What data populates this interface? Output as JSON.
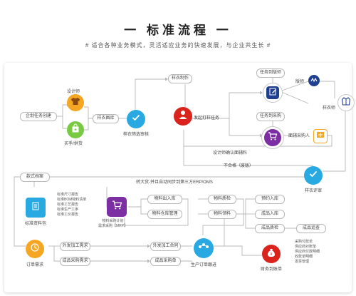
{
  "title": "一 标准流程 一",
  "subtitle": "# 适合各种业务模式，灵活适应业务的快速发展，与企业共生长 #",
  "nodes": {
    "create_task": "企划任务创建",
    "designer": "设计师",
    "buyer": "买手/供货",
    "sample_library": "样衣图库",
    "sample_select": "样衣筛选审核",
    "sample_making": "样衣制作",
    "pattern_task": "发起打样任务",
    "assign_pattern": "任务到版师",
    "pattern_maker": "版师",
    "sample_worker": "样衣师",
    "assign_purchase": "任务到采购",
    "fabric_buyer": "面辅采购人",
    "designer_confirm": "设计师确认面辅料",
    "reject": "不合格（废版）",
    "sample_review": "样衣评审",
    "sync_erp": "转大货-并且自动同步到第三方ERP/OMS",
    "tech_pack": "款式档案",
    "standard_pack": "标准资料包",
    "tech_notes": "标准尺寸报告\n标准BOM物料清单\n标准工艺报告\n标准生产工序\n标准工价报告",
    "material_plan": "物料采购计划\n需求采购【MRP】",
    "mat_in": "物料出入库",
    "mat_warehouse": "物料仓库管理",
    "mat_check": "物料质检",
    "mat_issue": "物料领料",
    "prod_in": "预约入库",
    "fg_in": "成品入库",
    "fg_qc": "成品质检",
    "qc_track": "成品追查",
    "order_demand": "订单需求",
    "outsource_demand": "外发加工需求",
    "fg_purchase": "成品采购需求",
    "outsource_contract": "外发加工合同",
    "fg_order": "成品采购单",
    "prod_order": "生产订单跟进",
    "finance": "财务到账单",
    "finance_notes": "采购付款单\n供应商对账单\n供应商付款明细\n收款单明细\n发票管理"
  },
  "colors": {
    "orange": "#f5a623",
    "green": "#7ac943",
    "blue": "#29a9e1",
    "red": "#d9231c",
    "purple": "#7b2fa3",
    "navy": "#1f3f8f",
    "line": "#b8b8b8"
  }
}
